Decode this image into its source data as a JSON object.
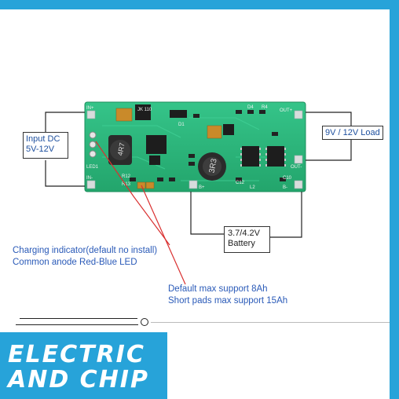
{
  "labels": {
    "input": [
      "Input DC",
      "5V-12V"
    ],
    "load": "9V / 12V Load",
    "battery": [
      "3.7/4.2V",
      "Battery"
    ],
    "charging": [
      "Charging indicator(default no install)",
      "Common anode Red-Blue LED"
    ],
    "support": [
      "Default max support 8Ah",
      "Short pads max support 15Ah"
    ]
  },
  "board": {
    "pads": [
      "IN+",
      "LED1",
      "IN-",
      "OUT+",
      "OUT-",
      "B+",
      "B-"
    ],
    "components": [
      "JK 110",
      "4R7",
      "3R3",
      "R12",
      "R13",
      "C12",
      "C10",
      "D1",
      "D4",
      "R4",
      "L2"
    ]
  },
  "logo": {
    "line1": "ELECTRIC",
    "line2": "AND CHIP"
  },
  "colors": {
    "pcb": "#2bb47a",
    "frame": "#27a3d9",
    "annotation": "#2a5ab8",
    "pointer": "#d93030"
  }
}
